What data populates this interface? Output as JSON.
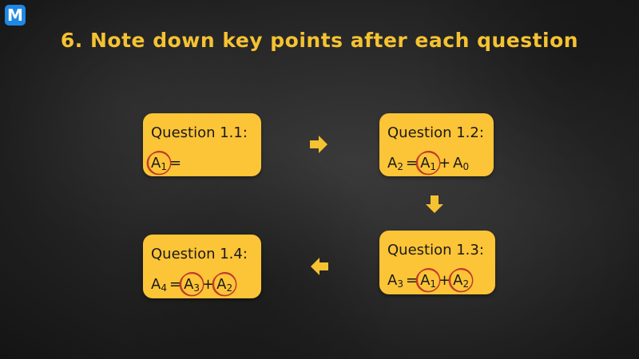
{
  "logo": {
    "letter": "M"
  },
  "title": {
    "text": "6. Note down key points after each question"
  },
  "colors": {
    "title": "#f5c232",
    "card": "#fcc437",
    "arrow": "#f5c232",
    "circle": "#c0392b",
    "text": "#1a1a1a"
  },
  "cards": [
    {
      "heading": "Question 1.1:",
      "terms": [
        {
          "base": "A",
          "sub": "1",
          "circled": true
        },
        {
          "op": "="
        }
      ]
    },
    {
      "heading": "Question 1.2:",
      "terms": [
        {
          "base": "A",
          "sub": "2",
          "circled": false
        },
        {
          "op": "="
        },
        {
          "base": "A",
          "sub": "1",
          "circled": true
        },
        {
          "op": "+"
        },
        {
          "base": "A",
          "sub": "0",
          "circled": false
        }
      ]
    },
    {
      "heading": "Question 1.3:",
      "terms": [
        {
          "base": "A",
          "sub": "3",
          "circled": false
        },
        {
          "op": "="
        },
        {
          "base": "A",
          "sub": "1",
          "circled": true
        },
        {
          "op": "+"
        },
        {
          "base": "A",
          "sub": "2",
          "circled": true
        }
      ]
    },
    {
      "heading": "Question 1.4:",
      "terms": [
        {
          "base": "A",
          "sub": "4",
          "circled": false
        },
        {
          "op": "="
        },
        {
          "base": "A",
          "sub": "3",
          "circled": true
        },
        {
          "op": "+"
        },
        {
          "base": "A",
          "sub": "2",
          "circled": true
        }
      ]
    }
  ],
  "arrows": [
    {
      "direction": "right",
      "icon": "arrow-right-icon"
    },
    {
      "direction": "down",
      "icon": "arrow-down-icon"
    },
    {
      "direction": "left",
      "icon": "arrow-left-icon"
    }
  ]
}
